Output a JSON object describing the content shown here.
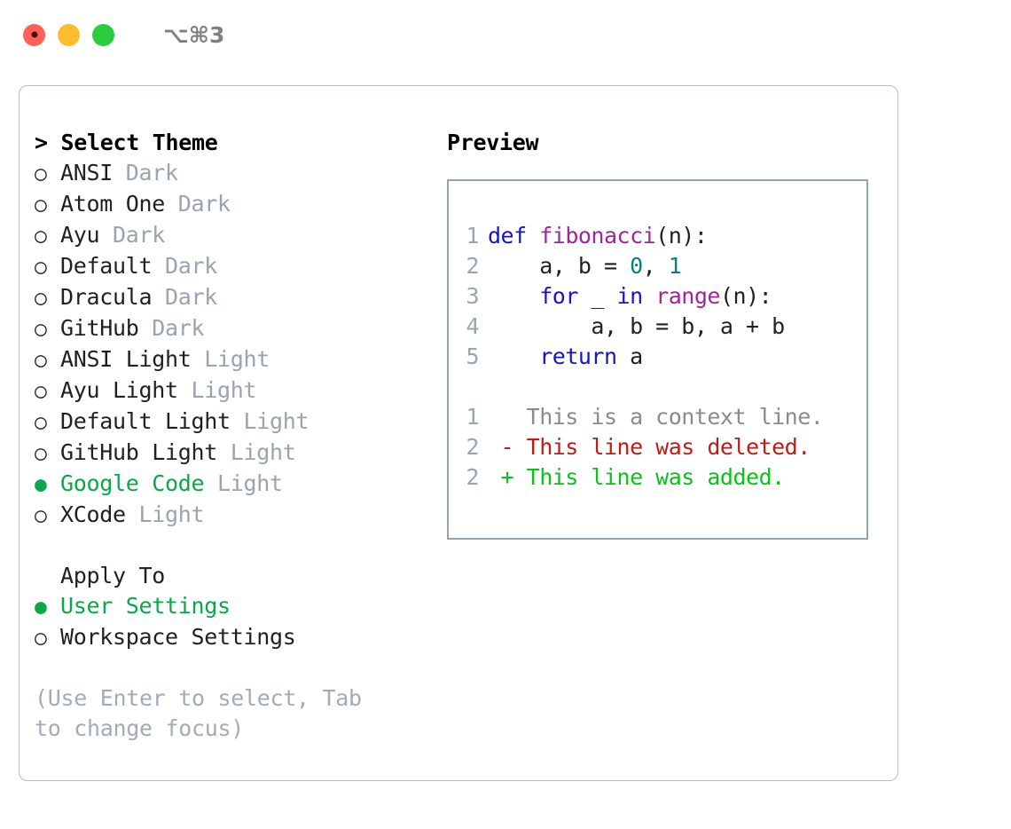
{
  "titlebar": {
    "shortcut": "⌥⌘3",
    "buttons": [
      "close",
      "minimize",
      "zoom"
    ]
  },
  "theme_picker": {
    "heading": "> Select Theme",
    "options": [
      {
        "marker": "○",
        "label": "ANSI",
        "suffix": " Dark",
        "selected": false
      },
      {
        "marker": "○",
        "label": "Atom One",
        "suffix": " Dark",
        "selected": false
      },
      {
        "marker": "○",
        "label": "Ayu",
        "suffix": " Dark",
        "selected": false
      },
      {
        "marker": "○",
        "label": "Default",
        "suffix": " Dark",
        "selected": false
      },
      {
        "marker": "○",
        "label": "Dracula",
        "suffix": " Dark",
        "selected": false
      },
      {
        "marker": "○",
        "label": "GitHub",
        "suffix": " Dark",
        "selected": false
      },
      {
        "marker": "○",
        "label": "ANSI Light",
        "suffix": " Light",
        "selected": false
      },
      {
        "marker": "○",
        "label": "Ayu Light",
        "suffix": " Light",
        "selected": false
      },
      {
        "marker": "○",
        "label": "Default Light",
        "suffix": " Light",
        "selected": false
      },
      {
        "marker": "○",
        "label": "GitHub Light",
        "suffix": " Light",
        "selected": false
      },
      {
        "marker": "●",
        "label": "Google Code",
        "suffix": " Light",
        "selected": true
      },
      {
        "marker": "○",
        "label": "XCode",
        "suffix": " Light",
        "selected": false
      }
    ]
  },
  "apply_to": {
    "heading": "Apply To",
    "options": [
      {
        "marker": "●",
        "label": "User Settings",
        "suffix": "",
        "selected": true
      },
      {
        "marker": "○",
        "label": "Workspace Settings",
        "suffix": "",
        "selected": false
      }
    ]
  },
  "hint": "(Use Enter to select, Tab to change focus)",
  "preview": {
    "heading": "Preview",
    "code_lines": [
      {
        "no": "1",
        "tokens": [
          {
            "t": "def ",
            "c": "kw"
          },
          {
            "t": "fibonacci",
            "c": "fn"
          },
          {
            "t": "(n):",
            "c": "pl"
          }
        ]
      },
      {
        "no": "2",
        "tokens": [
          {
            "t": "    a, b = ",
            "c": "pl"
          },
          {
            "t": "0",
            "c": "num"
          },
          {
            "t": ", ",
            "c": "pl"
          },
          {
            "t": "1",
            "c": "num"
          }
        ]
      },
      {
        "no": "3",
        "tokens": [
          {
            "t": "    ",
            "c": "pl"
          },
          {
            "t": "for",
            "c": "kw"
          },
          {
            "t": " _ ",
            "c": "pl"
          },
          {
            "t": "in",
            "c": "kw"
          },
          {
            "t": " ",
            "c": "pl"
          },
          {
            "t": "range",
            "c": "fn"
          },
          {
            "t": "(n):",
            "c": "pl"
          }
        ]
      },
      {
        "no": "4",
        "tokens": [
          {
            "t": "        a, b = b, a + b",
            "c": "pl"
          }
        ]
      },
      {
        "no": "5",
        "tokens": [
          {
            "t": "    ",
            "c": "pl"
          },
          {
            "t": "return",
            "c": "kw"
          },
          {
            "t": " a",
            "c": "pl"
          }
        ]
      }
    ],
    "diff_lines": [
      {
        "no": "1",
        "tokens": [
          {
            "t": "   This is a context line.",
            "c": "ctx"
          }
        ]
      },
      {
        "no": "2",
        "tokens": [
          {
            "t": " - This line was deleted.",
            "c": "del"
          }
        ]
      },
      {
        "no": "2",
        "tokens": [
          {
            "t": " + This line was added.",
            "c": "add"
          }
        ]
      }
    ]
  },
  "colors": {
    "accent_green": "#0aa847",
    "muted": "#9aa3af",
    "hint": "#a3abb8",
    "panel_border": "#b3bcca",
    "preview_border": "#94a3b3",
    "keyword": "#1616c4",
    "function": "#a0269a",
    "number": "#0c7e7e",
    "plain": "#231f20",
    "diff_context": "#8b8b8b",
    "diff_deleted": "#c01c14",
    "diff_added": "#0ac21a",
    "traffic_red": "#ff6159",
    "traffic_yellow": "#ffbd2e",
    "traffic_green": "#2bcc3e"
  }
}
